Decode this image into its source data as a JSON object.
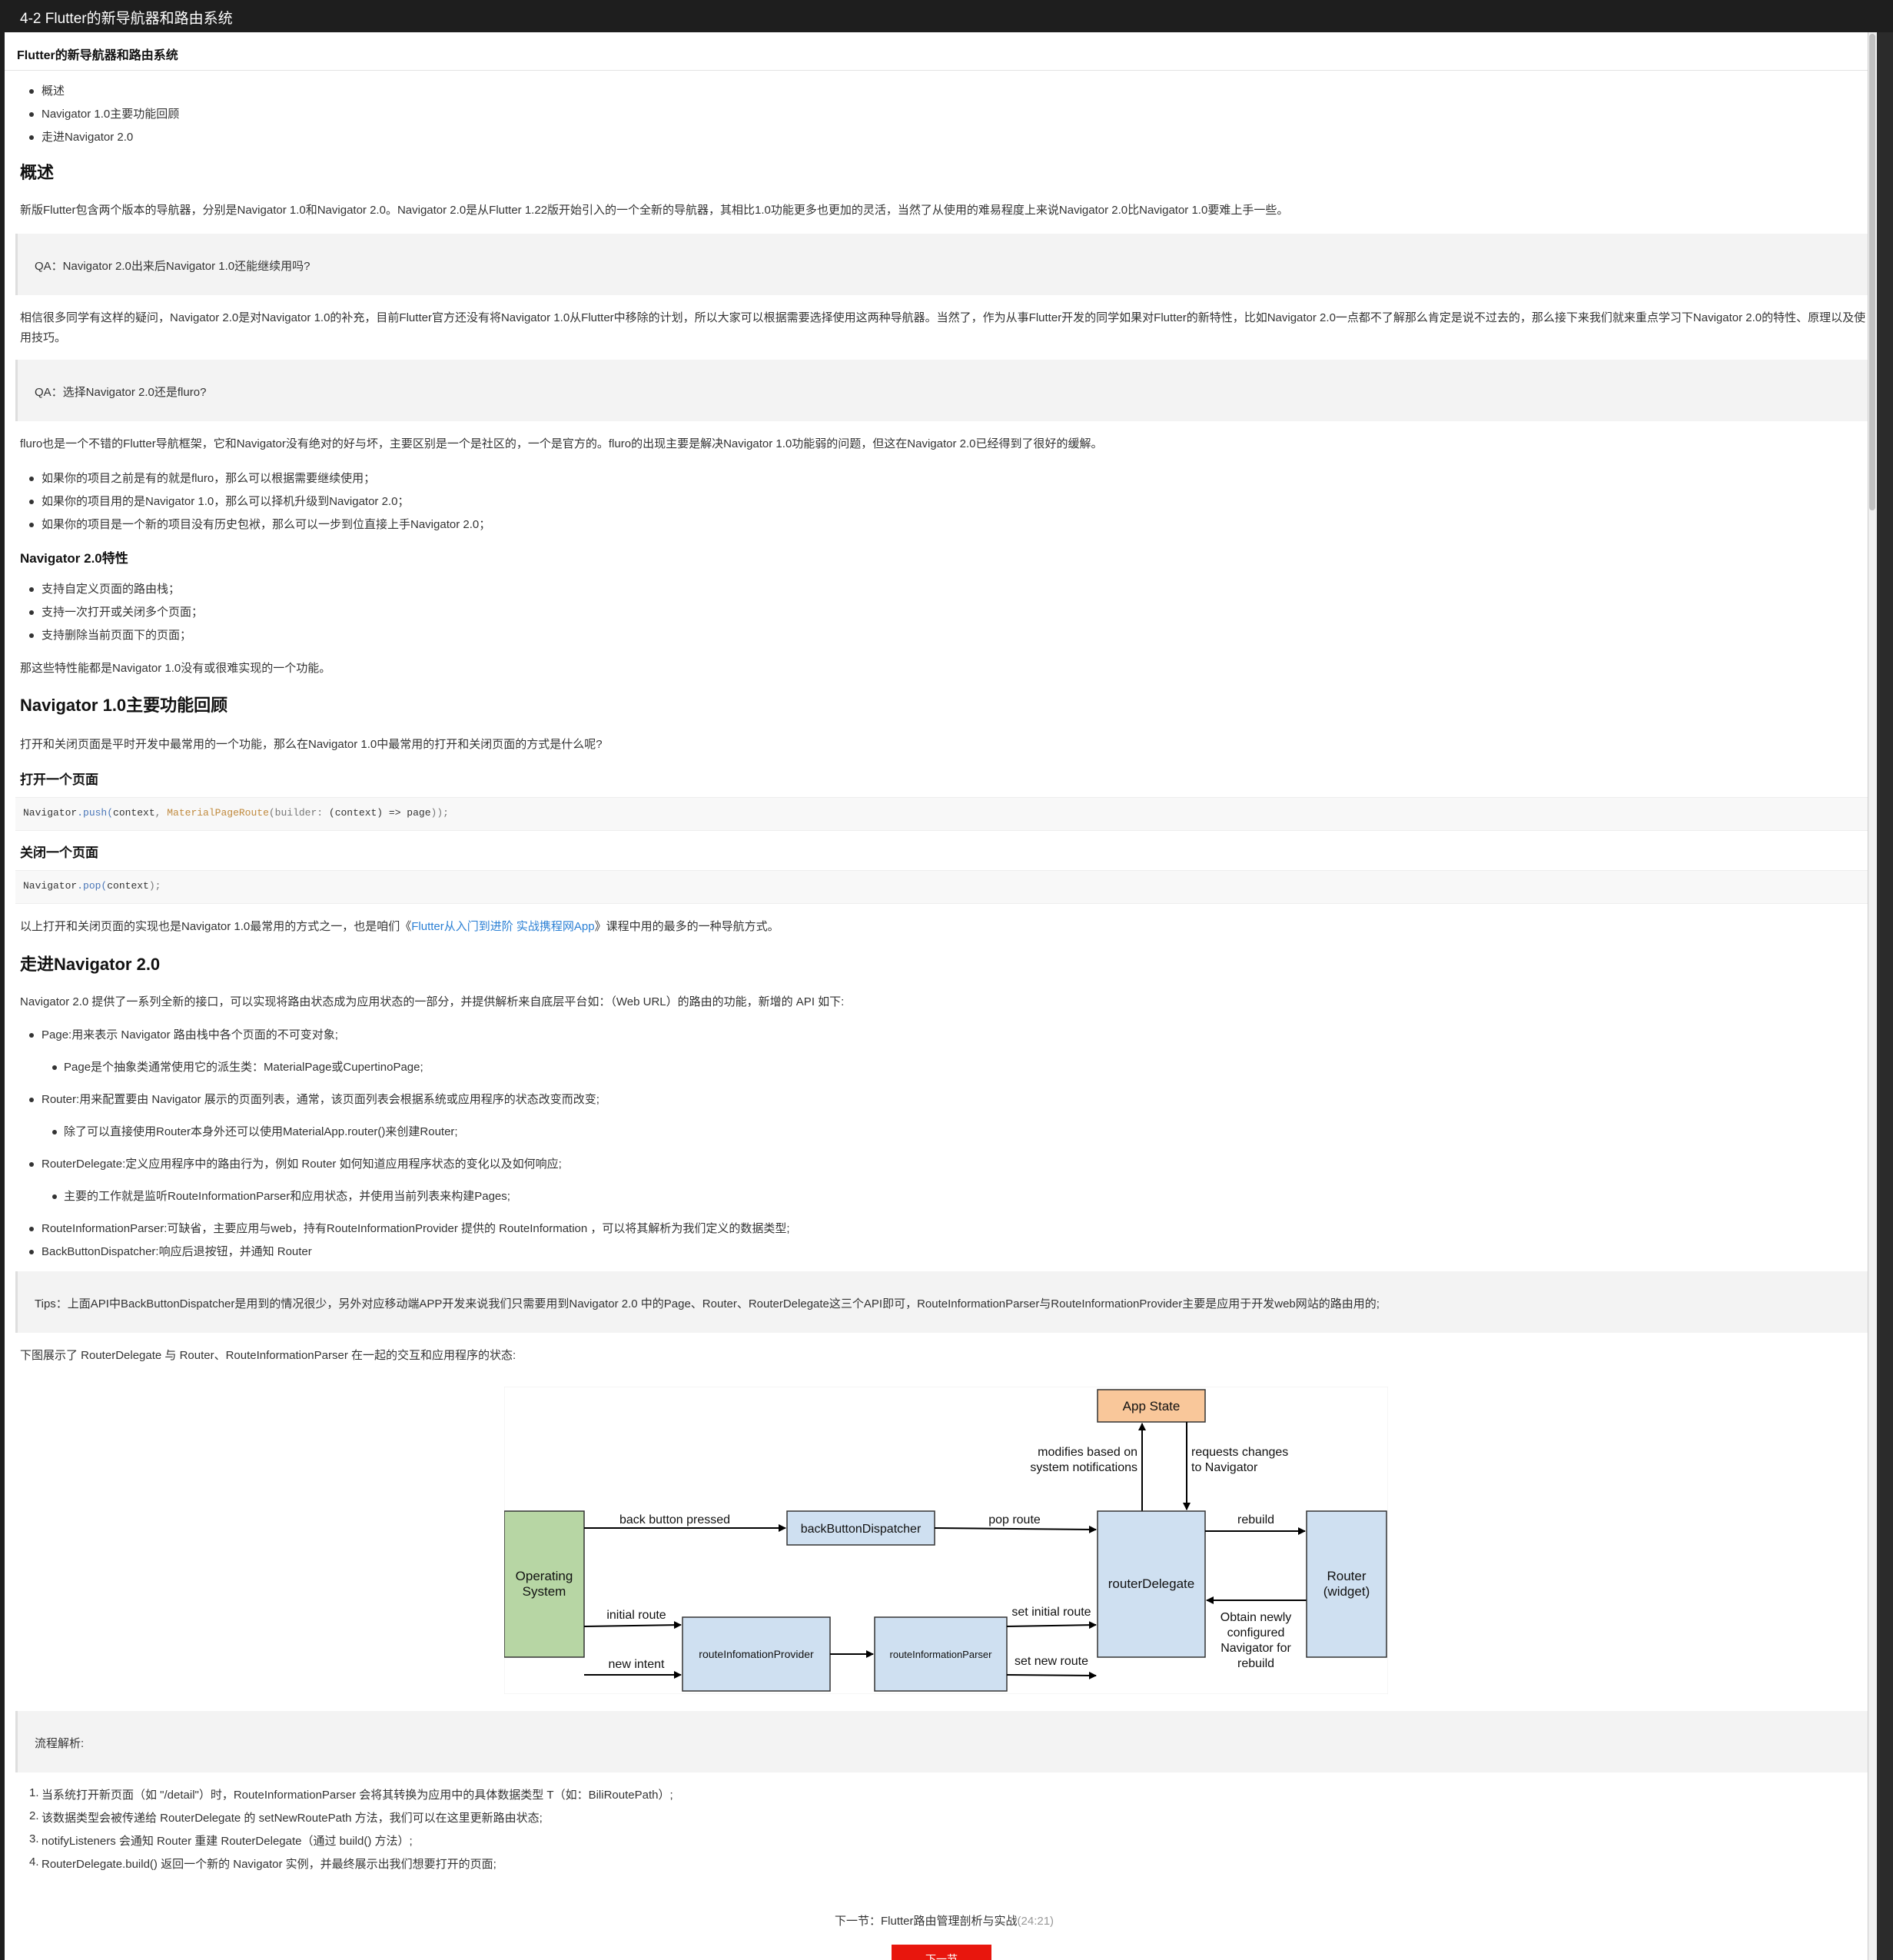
{
  "window": {
    "title": "4-2 Flutter的新导航器和路由系统"
  },
  "article": {
    "header": "Flutter的新导航器和路由系统",
    "toc": [
      "概述",
      "Navigator 1.0主要功能回顾",
      "走进Navigator 2.0"
    ],
    "h_overview": "概述",
    "p_overview": "新版Flutter包含两个版本的导航器，分别是Navigator 1.0和Navigator 2.0。Navigator 2.0是从Flutter 1.22版开始引入的一个全新的导航器，其相比1.0功能更多也更加的灵活，当然了从使用的难易程度上来说Navigator 2.0比Navigator 1.0要难上手一些。",
    "qa1": "QA：Navigator 2.0出来后Navigator 1.0还能继续用吗?",
    "p_qa1_line1": "相信很多同学有这样的疑问，Navigator 2.0是对Navigator 1.0的补充，目前Flutter官方还没有将Navigator 1.0从Flutter中移除的计划，所以大家可以根据需要选择使用这两种导航器。当然了，作为从事Flutter开发的同学如果对Flutter的新特性，比如Navigator 2.0一点都不了解那么肯定是说不过去的，那么接下来我们就来重点学习下Navigator 2.0的特性、原理以及使",
    "p_qa1_line2": "用技巧。",
    "qa2": "QA：选择Navigator 2.0还是fluro?",
    "p_fluro": "fluro也是一个不错的Flutter导航框架，它和Navigator没有绝对的好与坏，主要区别是一个是社区的，一个是官方的。fluro的出现主要是解决Navigator 1.0功能弱的问题，但这在Navigator 2.0已经得到了很好的缓解。",
    "list_fluro": [
      "如果你的项目之前是有的就是fluro，那么可以根据需要继续使用；",
      "如果你的项目用的是Navigator 1.0，那么可以择机升级到Navigator 2.0；",
      "如果你的项目是一个新的项目没有历史包袱，那么可以一步到位直接上手Navigator 2.0；"
    ],
    "h_features": "Navigator 2.0特性",
    "list_features": [
      "支持自定义页面的路由栈；",
      "支持一次打开或关闭多个页面；",
      "支持删除当前页面下的页面；"
    ],
    "p_features": "那这些特性能都是Navigator 1.0没有或很难实现的一个功能。",
    "h_review": "Navigator 1.0主要功能回顾",
    "p_review": "打开和关闭页面是平时开发中最常用的一个功能，那么在Navigator 1.0中最常用的打开和关闭页面的方式是什么呢?",
    "h_open": "打开一个页面",
    "code_open": {
      "t1": "Navigator",
      "t2": ".push(",
      "t3": "context",
      "t4": ", ",
      "t5": "MaterialPageRoute",
      "t6": "(builder: ",
      "t7": "(context) => page",
      "t8": "));"
    },
    "h_close": "关闭一个页面",
    "code_close": {
      "t1": "Navigator",
      "t2": ".pop(",
      "t3": "context",
      "t4": ");"
    },
    "p_review_end_a": "以上打开和关闭页面的实现也是Navigator 1.0最常用的方式之一，也是咱们《",
    "p_review_end_link": "Flutter从入门到进阶 实战携程网App",
    "p_review_end_b": "》课程中用的最多的一种导航方式。",
    "h_nav2": "走进Navigator 2.0",
    "p_nav2": "Navigator 2.0 提供了一系列全新的接口，可以实现将路由状态成为应用状态的一部分，并提供解析来自底层平台如：（Web URL）的路由的功能，新增的 API 如下:",
    "api": [
      "Page:用来表示 Navigator 路由栈中各个页面的不可变对象;",
      "Page是个抽象类通常使用它的派生类：MaterialPage或CupertinoPage;",
      "Router:用来配置要由 Navigator 展示的页面列表，通常，该页面列表会根据系统或应用程序的状态改变而改变;",
      "除了可以直接使用Router本身外还可以使用MaterialApp.router()来创建Router;",
      "RouterDelegate:定义应用程序中的路由行为，例如 Router 如何知道应用程序状态的变化以及如何响应;",
      "主要的工作就是监听RouteInformationParser和应用状态，并使用当前列表来构建Pages;",
      "RouteInformationParser:可缺省，主要应用与web，持有RouteInformationProvider 提供的 RouteInformation ，可以将其解析为我们定义的数据类型;",
      "BackButtonDispatcher:响应后退按钮，并通知 Router"
    ],
    "tips": "Tips：上面API中BackButtonDispatcher是用到的情况很少，另外对应移动端APP开发来说我们只需要用到Navigator 2.0 中的Page、Router、RouterDelegate这三个API即可，RouteInformationParser与RouteInformationProvider主要是应用于开发web网站的路由用的;",
    "p_diagram": "下图展示了 RouterDelegate 与 Router、RouteInformationParser 在一起的交互和应用程序的状态:",
    "flow_title": "流程解析:",
    "steps": [
      "当系统打开新页面（如 \"/detail\"）时，RouteInformationParser 会将其转换为应用中的具体数据类型 T（如：BiliRoutePath）;",
      "该数据类型会被传递给 RouterDelegate 的 setNewRoutePath 方法，我们可以在这里更新路由状态;",
      "notifyListeners 会通知 Router 重建 RouterDelegate（通过 build() 方法）;",
      "RouterDelegate.build() 返回一个新的 Navigator 实例，并最终展示出我们想要打开的页面;"
    ],
    "step_nums": [
      "1.",
      "2.",
      "3.",
      "4."
    ]
  },
  "diagram": {
    "app_state": "App State",
    "modifies_1": "modifies based on",
    "modifies_2": "system notifications",
    "requests_1": "requests changes",
    "requests_2": "to Navigator",
    "os_1": "Operating",
    "os_2": "System",
    "back_pressed": "back button pressed",
    "back_dispatcher": "backButtonDispatcher",
    "pop_route": "pop route",
    "router_delegate": "routerDelegate",
    "rebuild": "rebuild",
    "router_1": "Router",
    "router_2": "(widget)",
    "initial_route": "initial route",
    "new_intent": "new intent",
    "provider": "routeInfomationProvider",
    "parser": "routeInformationParser",
    "set_initial": "set initial route",
    "set_new": "set new route",
    "obtain_1": "Obtain newly",
    "obtain_2": "configured",
    "obtain_3": "Navigator for",
    "obtain_4": "rebuild",
    "colors": {
      "app_state": "#f9c79a",
      "os": "#b7d6a4",
      "component": "#cfe0f1"
    }
  },
  "footer": {
    "next_label": "下一节：Flutter路由管理剖析与实战",
    "next_duration": "(24:21)",
    "next_button": "下一节"
  }
}
